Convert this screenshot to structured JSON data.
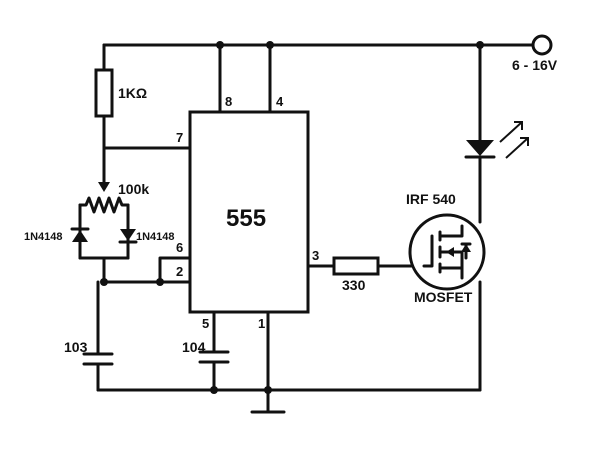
{
  "chip": {
    "name": "555"
  },
  "pins": {
    "p1": "1",
    "p2": "2",
    "p3": "3",
    "p4": "4",
    "p5": "5",
    "p6": "6",
    "p7": "7",
    "p8": "8"
  },
  "labels": {
    "r1": "1KΩ",
    "pot": "100k",
    "d1": "1N4148",
    "d2": "1N4148",
    "c1": "103",
    "c2": "104",
    "r2": "330",
    "mosfet_part": "IRF 540",
    "mosfet_type": "MOSFET",
    "supply": "6 - 16V"
  }
}
